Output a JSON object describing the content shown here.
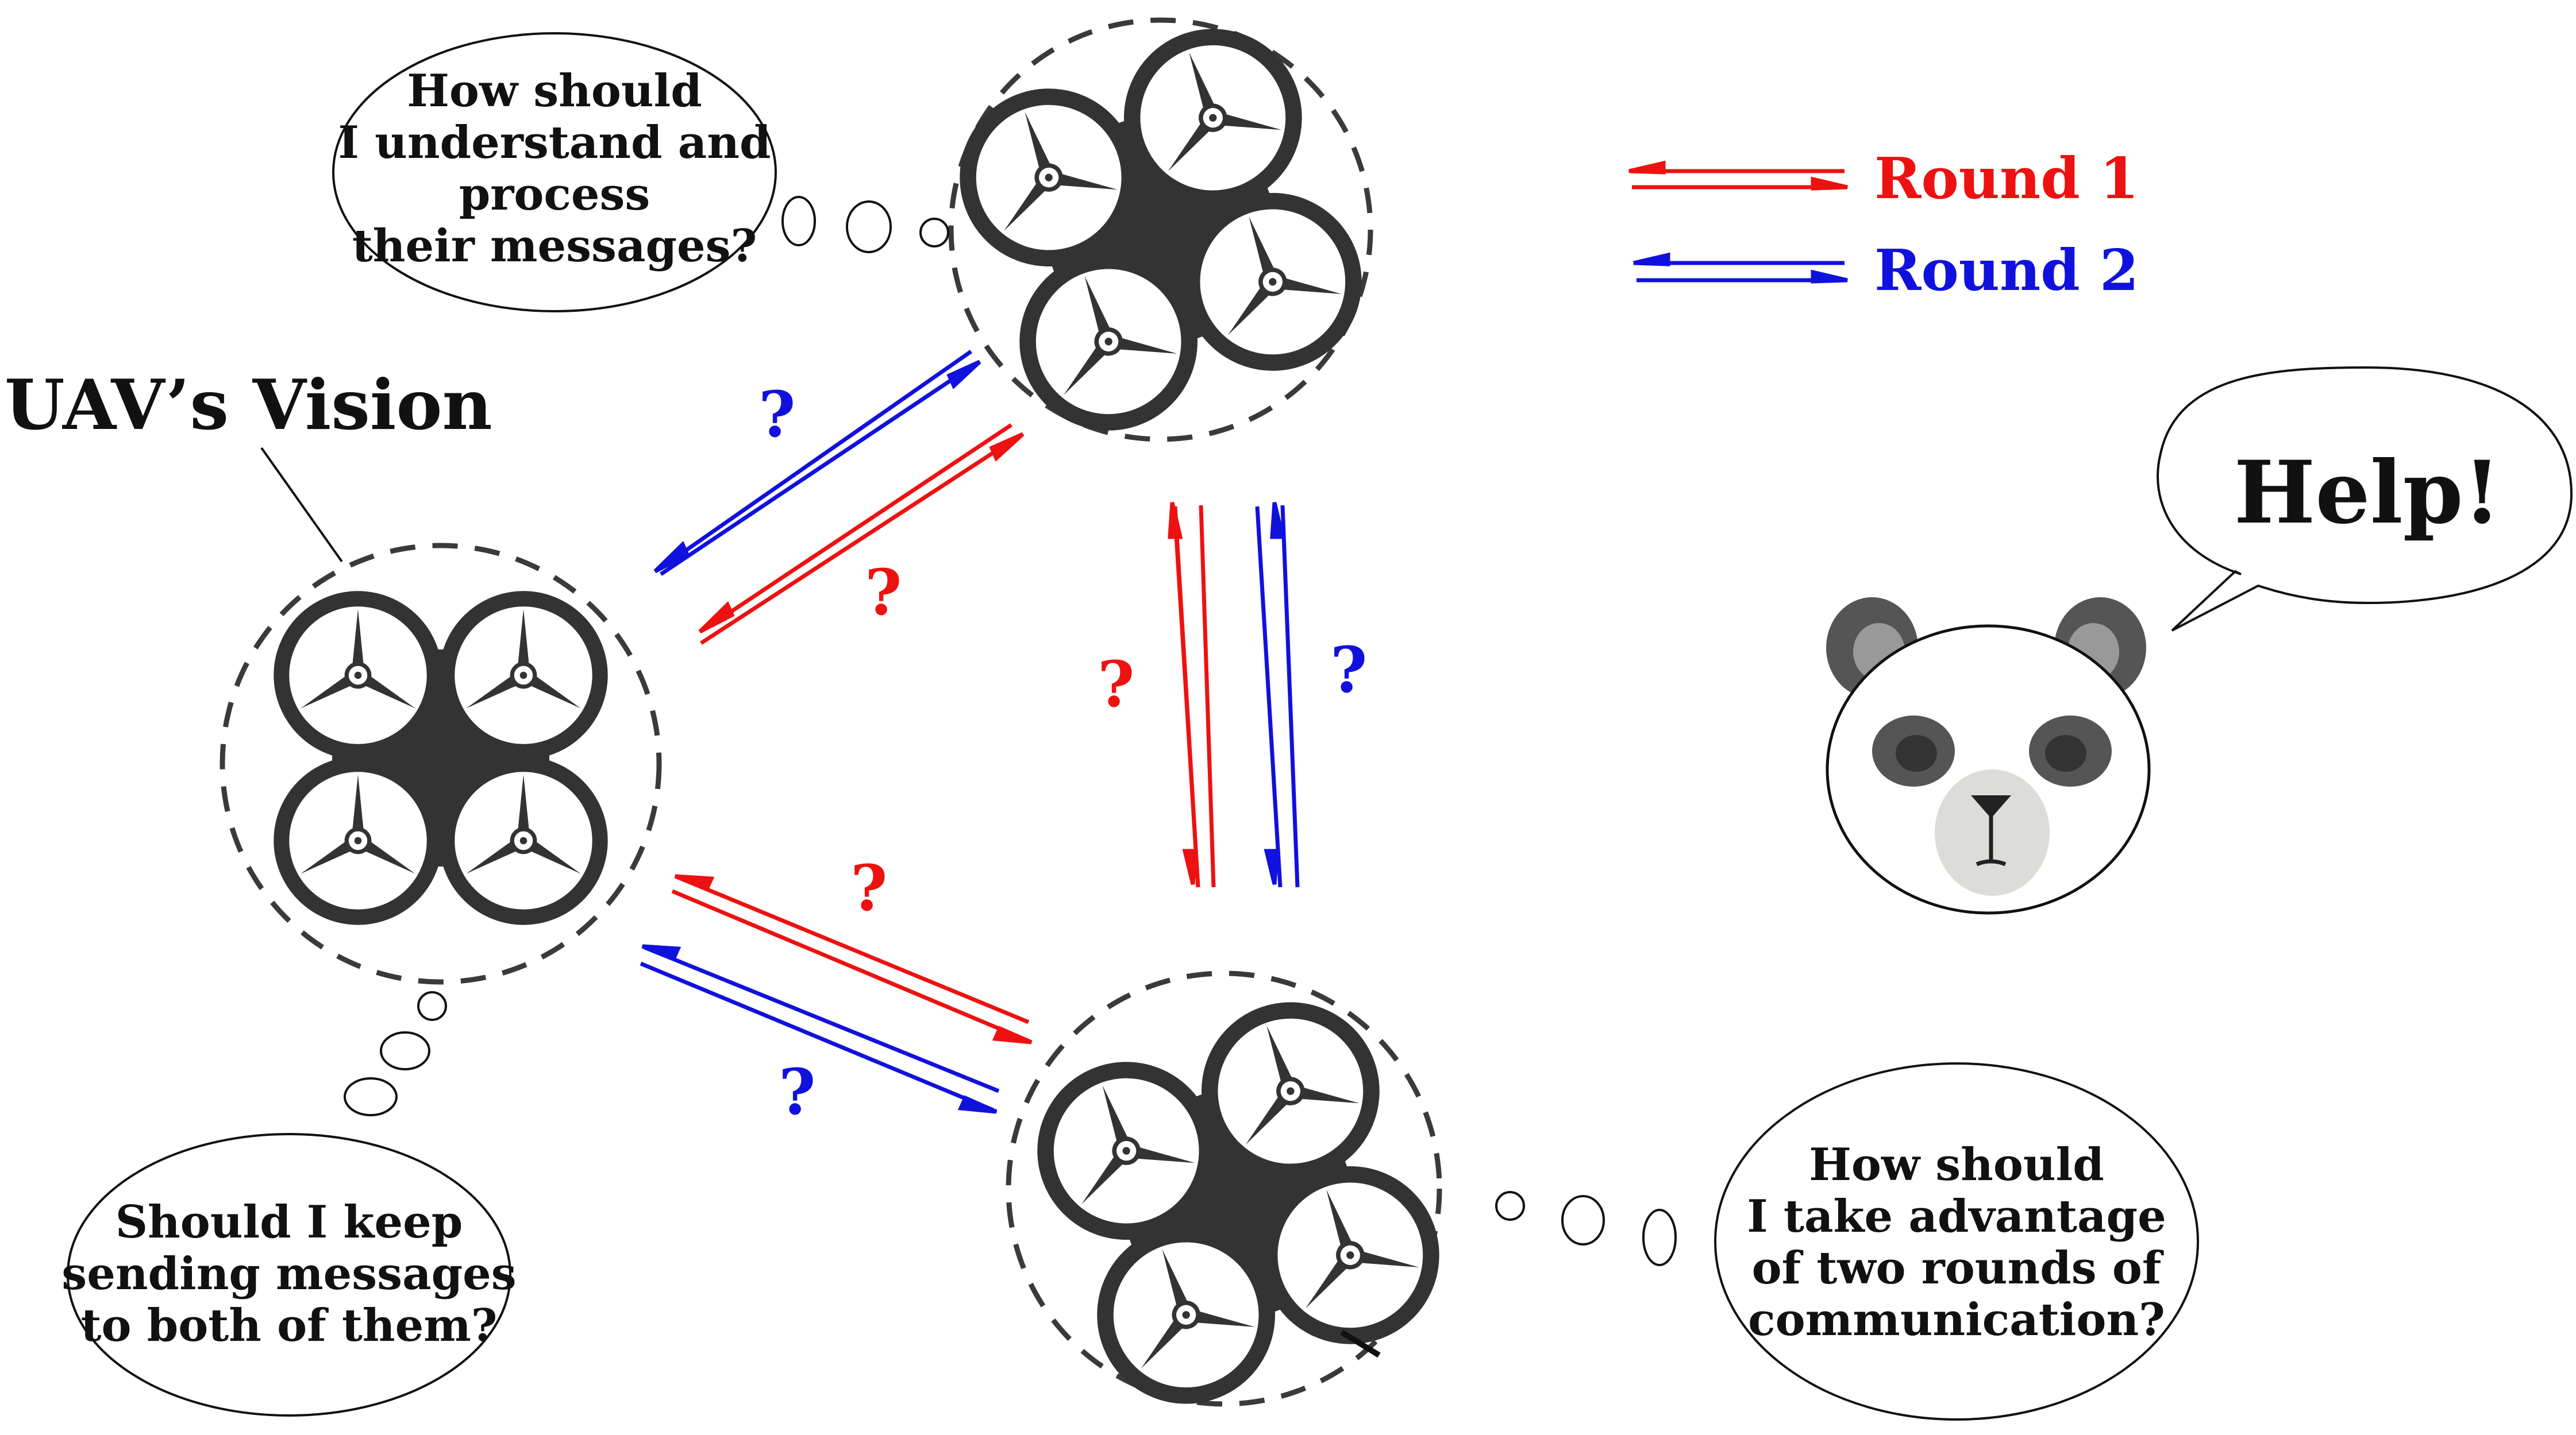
{
  "title": "UAV’s Vision",
  "legend": [
    {
      "label": "Round 1",
      "color": "#ee1111"
    },
    {
      "label": "Round 2",
      "color": "#1111dd"
    }
  ],
  "question_mark": "?",
  "thoughts": {
    "top_drone": [
      "How should",
      "I understand and",
      "process",
      "their messages?"
    ],
    "left_drone": [
      "Should I keep",
      "sending messages",
      "to both of them?"
    ],
    "bottom_drone": [
      "How should",
      "I take advantage",
      "of two rounds of",
      "communication?"
    ]
  },
  "help_speech": "Help!",
  "icons": {
    "drone": "quadcopter-icon",
    "panda": "panda-face-icon"
  },
  "colors": {
    "round1": "#ee1111",
    "round2": "#1111dd",
    "drone_body": "#333333",
    "panda_dark": "#555555"
  }
}
